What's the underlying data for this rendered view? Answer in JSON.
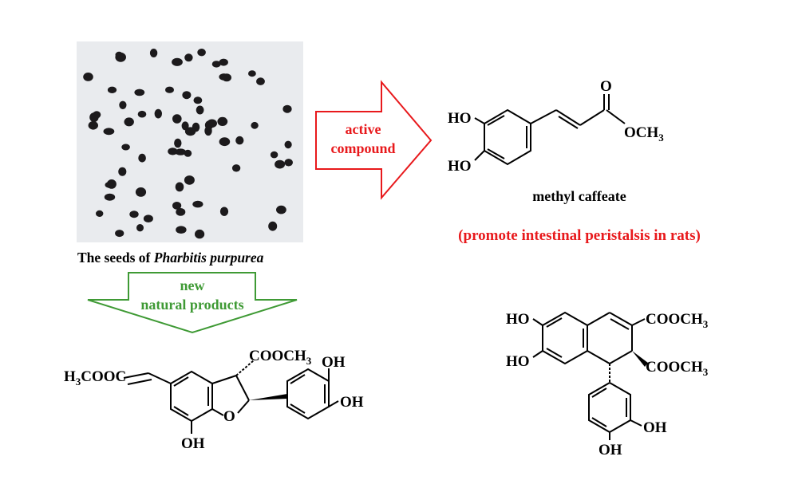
{
  "photo": {
    "caption_prefix": "The seeds of ",
    "caption_species": "Pharbitis purpurea"
  },
  "arrow_right": {
    "line1": "active",
    "line2": "compound",
    "color": "#e8191c"
  },
  "arrow_down": {
    "line1": "new",
    "line2": "natural products",
    "color": "#3f9a35"
  },
  "compound_top": {
    "name": "methyl caffeate",
    "activity": "(promote intestinal peristalsis in rats)",
    "activity_color": "#e8191c",
    "labels": {
      "ho1": "HO",
      "ho2": "HO",
      "o": "O",
      "och3": "OCH",
      "sub3": "3"
    }
  },
  "compound_left": {
    "labels": {
      "h3cooc": "H",
      "h3cooc_sub": "3",
      "h3cooc_rest": "COOC",
      "cooch3": "COOCH",
      "cooch3_sub": "3",
      "oh1": "OH",
      "oh2": "OH",
      "oh3": "OH",
      "o_ring": "O"
    }
  },
  "compound_right": {
    "labels": {
      "ho1": "HO",
      "ho2": "HO",
      "cooch3_a": "COOCH",
      "cooch3_b": "COOCH",
      "sub3": "3",
      "oh1": "OH",
      "oh2": "OH"
    }
  }
}
